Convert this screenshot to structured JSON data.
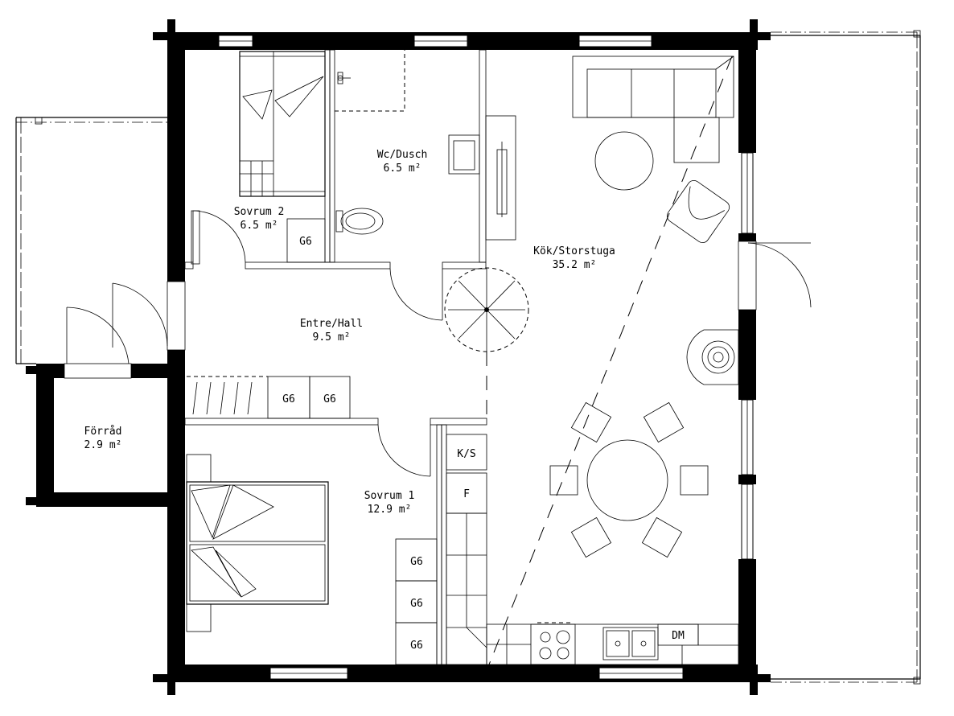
{
  "rooms": [
    {
      "name": "Wc/Dusch",
      "area": "6.5 m²"
    },
    {
      "name": "Sovrum 2",
      "area": "6.5 m²"
    },
    {
      "name": "Kök/Storstuga",
      "area": "35.2 m²"
    },
    {
      "name": "Entre/Hall",
      "area": "9.5 m²"
    },
    {
      "name": "Förråd",
      "area": "2.9 m²"
    },
    {
      "name": "Sovrum 1",
      "area": "12.9 m²"
    }
  ],
  "labels": {
    "g6": "G6",
    "ks": "K/S",
    "f": "F",
    "dm": "DM"
  }
}
